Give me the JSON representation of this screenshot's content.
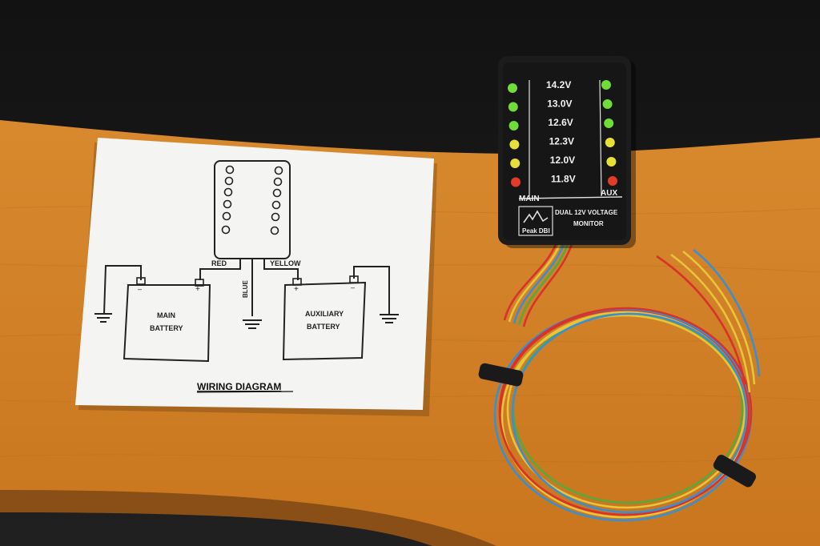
{
  "diagram": {
    "title": "WIRING DIAGRAM",
    "wires": {
      "red": "RED",
      "yellow": "YELLOW",
      "blue": "BLUE"
    },
    "main_battery": {
      "line1": "MAIN",
      "line2": "BATTERY"
    },
    "aux_battery": {
      "line1": "AUXILIARY",
      "line2": "BATTERY"
    },
    "terminal_plus": "+",
    "terminal_minus": "–"
  },
  "monitor": {
    "voltages": [
      "14.2V",
      "13.0V",
      "12.6V",
      "12.3V",
      "12.0V",
      "11.8V"
    ],
    "main_led_colors": [
      "#6fdc3a",
      "#6fdc3a",
      "#6fdc3a",
      "#e8e03a",
      "#e8e03a",
      "#e33a2a"
    ],
    "aux_led_colors": [
      "#6fdc3a",
      "#6fdc3a",
      "#6fdc3a",
      "#e8e03a",
      "#e8e03a",
      "#e33a2a"
    ],
    "main_label": "MAIN",
    "aux_label": "AUX",
    "brand": "Peak DBI",
    "product_line1": "DUAL 12V VOLTAGE",
    "product_line2": "MONITOR"
  },
  "colors": {
    "desk": "#d9882f",
    "backdrop": "#151515",
    "wire_red": "#d8322a",
    "wire_yellow": "#e6c53a",
    "wire_blue": "#3a8fd0",
    "wire_green": "#5aa83a"
  }
}
